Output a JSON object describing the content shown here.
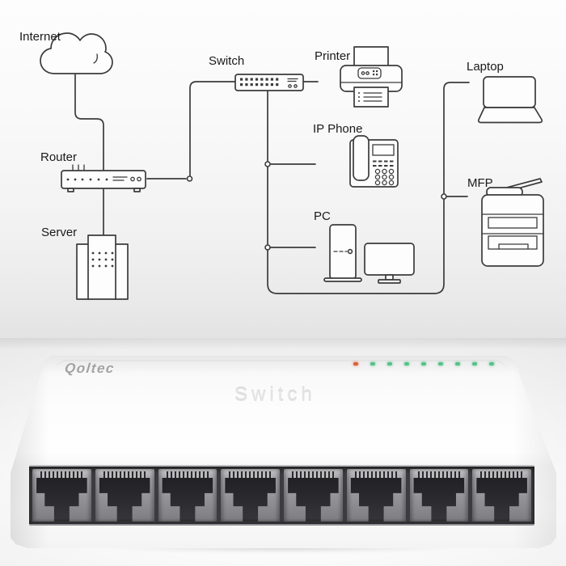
{
  "diagram": {
    "line_color": "#3b3b3b",
    "nodes": {
      "internet": {
        "label": "Internet"
      },
      "router": {
        "label": "Router"
      },
      "server": {
        "label": "Server"
      },
      "switch": {
        "label": "Switch"
      },
      "printer": {
        "label": "Printer"
      },
      "ip_phone": {
        "label": "IP Phone"
      },
      "pc": {
        "label": "PC"
      },
      "laptop": {
        "label": "Laptop"
      },
      "mfp": {
        "label": "MFP"
      }
    },
    "connections": [
      "internet-router",
      "router-switch",
      "router-server",
      "switch-printer",
      "switch-ip_phone",
      "switch-pc",
      "switch-mfp",
      "switch-laptop"
    ]
  },
  "product": {
    "brand": "Qoltec",
    "model_label": "Switch",
    "ports": 8,
    "led_colors": [
      "#dd6039",
      "#57c18a",
      "#57c18a",
      "#57c18a",
      "#57c18a",
      "#57c18a",
      "#57c18a",
      "#57c18a",
      "#57c18a"
    ]
  }
}
